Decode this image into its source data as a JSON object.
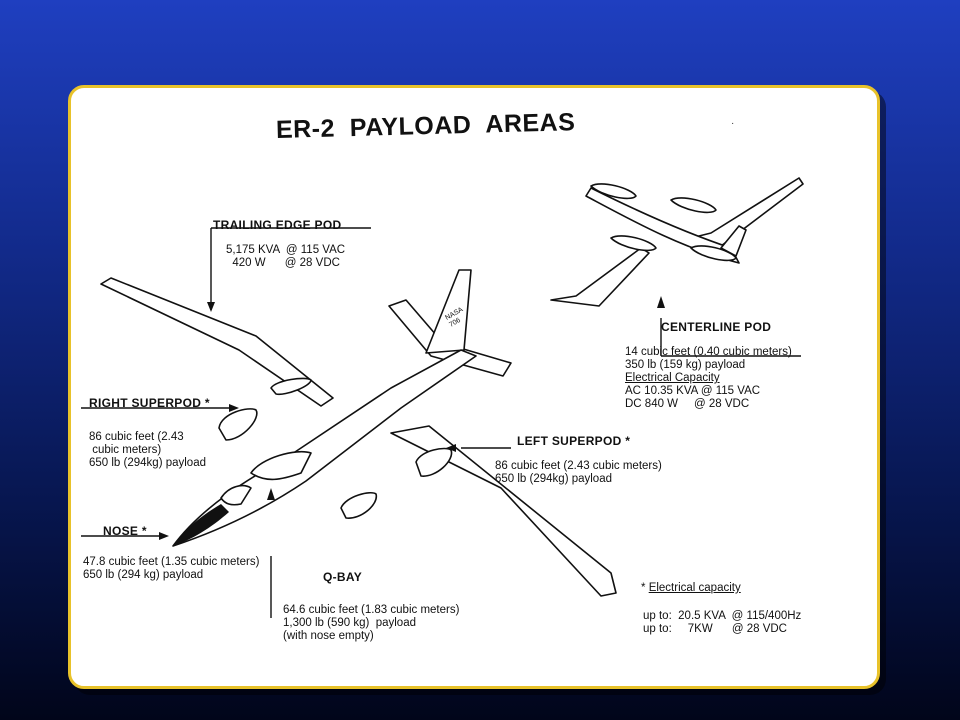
{
  "title": "ER-2  PAYLOAD  AREAS",
  "colors": {
    "frame": "#e8c22a",
    "background_top": "#1f3fc0",
    "background_bottom": "#01051a"
  },
  "trailing_edge_pod": {
    "label": "TRAILING EDGE POD",
    "lines": [
      "5,175 KVA  @ 115 VAC",
      "  420 W      @ 28 VDC"
    ]
  },
  "right_superpod": {
    "label": "RIGHT SUPERPOD *",
    "lines": [
      "86 cubic feet (2.43",
      " cubic meters)",
      "650 lb (294kg) payload"
    ]
  },
  "nose": {
    "label": "NOSE *",
    "lines": [
      "47.8 cubic feet (1.35 cubic meters)",
      "650 lb (294 kg) payload"
    ]
  },
  "q_bay": {
    "label": "Q-BAY",
    "lines": [
      "64.6 cubic feet (1.83 cubic meters)",
      "1,300 lb (590 kg)  payload",
      "(with nose empty)"
    ]
  },
  "left_superpod": {
    "label": "LEFT SUPERPOD *",
    "lines": [
      "86 cubic feet (2.43 cubic meters)",
      "650 lb (294kg) payload"
    ]
  },
  "centerline_pod": {
    "label": "CENTERLINE POD",
    "lines": [
      "14 cubic feet (0.40 cubic meters)",
      "350 lb (159 kg) payload"
    ],
    "capacity_heading": "Electrical Capacity",
    "capacity_lines": [
      "AC 10.35 KVA @ 115 VAC",
      "DC 840 W     @ 28 VDC"
    ]
  },
  "electrical_note": {
    "heading": "Electrical capacity",
    "star": "*",
    "lines": [
      "up to:  20.5 KVA  @ 115/400Hz",
      "up to:     7KW      @ 28 VDC"
    ]
  },
  "tail_marking": {
    "line1": "NASA",
    "line2": "706"
  }
}
